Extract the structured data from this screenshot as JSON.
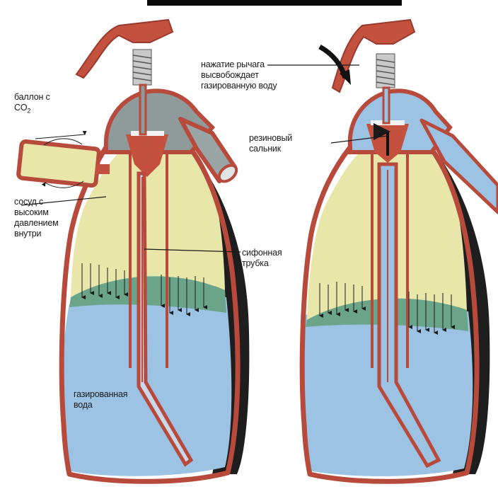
{
  "labels": {
    "cylinder_line1": "баллон с",
    "cylinder_co2": "CO",
    "cylinder_co2_sub": "2",
    "vessel_line1": "сосуд с",
    "vessel_line2": "высоким",
    "vessel_line3": "давлением",
    "vessel_line4": "внутри",
    "lever_line1": "нажатие рычага",
    "lever_line2": "высвобождает",
    "lever_line3": "газированную воду",
    "gasket_line1": "резиновый",
    "gasket_line2": "сальник",
    "siphon_line1": "сифонная",
    "siphon_line2": "трубка",
    "water_line1": "газированная",
    "water_line2": "вода"
  },
  "colors": {
    "outline": "#b84a3c",
    "body_red": "#c4503e",
    "water": "#9cc3e4",
    "gas": "#e8e6a8",
    "green_band": "#6aa58a",
    "head_gray": "#8f9a9a",
    "dark_side": "#1e1e1e",
    "spring": "#c9c9c9"
  }
}
